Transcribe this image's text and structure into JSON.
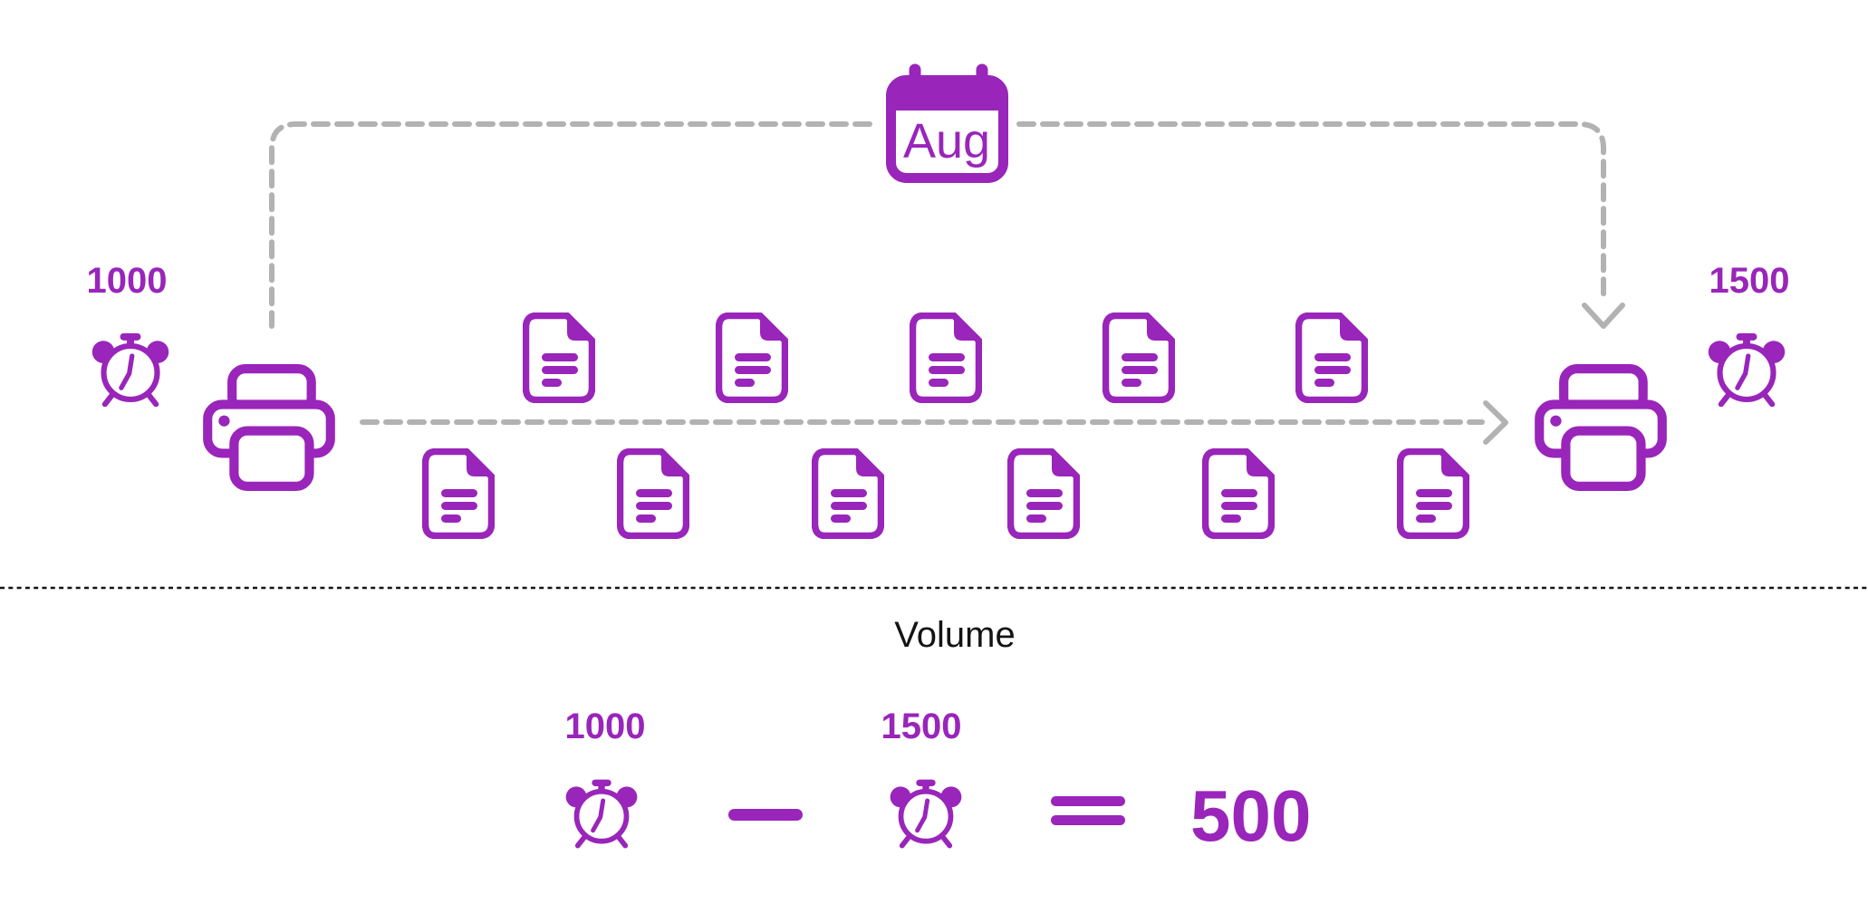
{
  "colors": {
    "accent": "#9925BA",
    "connector": "#B2B2B2",
    "divider": "#141414",
    "text": "#141414"
  },
  "flow": {
    "calendar_label": "Aug",
    "left_count": "1000",
    "right_count": "1500",
    "documents": {
      "top_row": 5,
      "bottom_row": 6
    }
  },
  "summary": {
    "title": "Volume",
    "equation": {
      "minuend": "1000",
      "subtrahend": "1500",
      "result": "500"
    }
  },
  "icons": {
    "calendar": "calendar-icon",
    "printer": "printer-icon",
    "clock": "alarm-clock-icon",
    "document": "document-icon",
    "minus": "minus-icon",
    "equals": "equals-icon",
    "arrow_right": "arrow-right-icon",
    "arrow_down": "arrow-down-icon"
  }
}
